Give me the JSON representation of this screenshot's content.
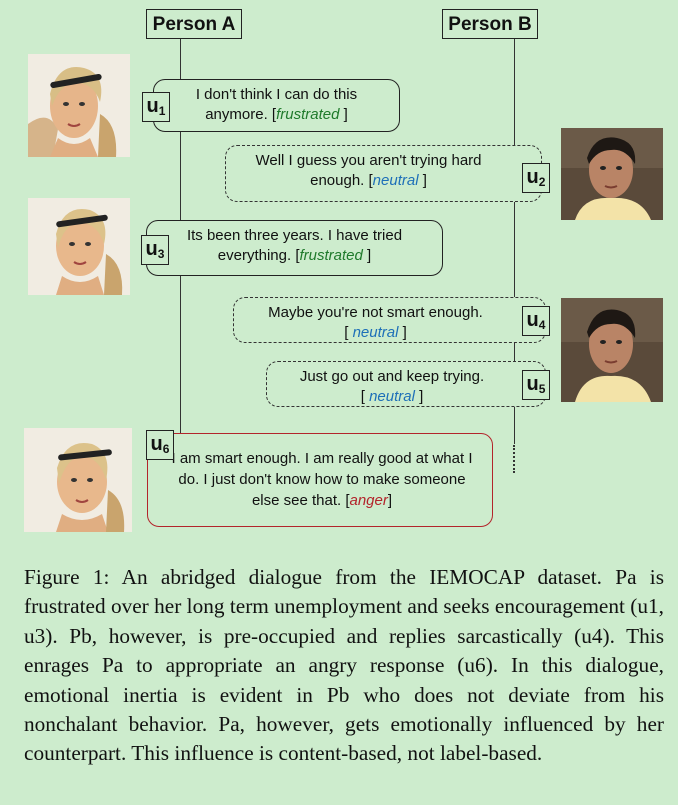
{
  "participants": {
    "a": "Person A",
    "b": "Person B"
  },
  "utterances": [
    {
      "id": "u1",
      "label": "u",
      "sub": "1",
      "speaker": "A",
      "text": "I don't think I can do this anymore. [",
      "emotion": "frustrated",
      "close": " ]"
    },
    {
      "id": "u2",
      "label": "u",
      "sub": "2",
      "speaker": "B",
      "text": "Well I guess you aren't trying hard enough. [",
      "emotion": "neutral",
      "close": " ]"
    },
    {
      "id": "u3",
      "label": "u",
      "sub": "3",
      "speaker": "A",
      "text": "Its been three years. I have tried everything. [",
      "emotion": "frustrated",
      "close": " ]"
    },
    {
      "id": "u4",
      "label": "u",
      "sub": "4",
      "speaker": "B",
      "text": "Maybe you're not smart enough.",
      "emotion": "neutral",
      "open": "[ ",
      "close": " ]"
    },
    {
      "id": "u5",
      "label": "u",
      "sub": "5",
      "speaker": "B",
      "text": "Just go out and keep trying.",
      "emotion": "neutral",
      "open": "[ ",
      "close": " ]"
    },
    {
      "id": "u6",
      "label": "u",
      "sub": "6",
      "speaker": "A",
      "text": "I am smart enough. I am really good at what I do. I just don't know how to make someone else see that. [",
      "emotion": "anger",
      "close": "]"
    }
  ],
  "caption": {
    "label": "Figure 1:",
    "text": "An abridged dialogue from the IEMOCAP dataset. Pa is frustrated over her long term unemployment and seeks encouragement (u1, u3). Pb, however, is pre-occupied and replies sarcastically (u4). This enrages Pa to appropriate an angry response (u6). In this dialogue, emotional inertia is evident in Pb who does not deviate from his nonchalant behavior. Pa, however, gets emotionally influenced by her counterpart. This influence is content-based, not label-based."
  },
  "colors": {
    "background": "#cdeccd",
    "frustrated": "#1f7a2b",
    "neutral": "#1d6fb8",
    "anger": "#b3242b"
  }
}
